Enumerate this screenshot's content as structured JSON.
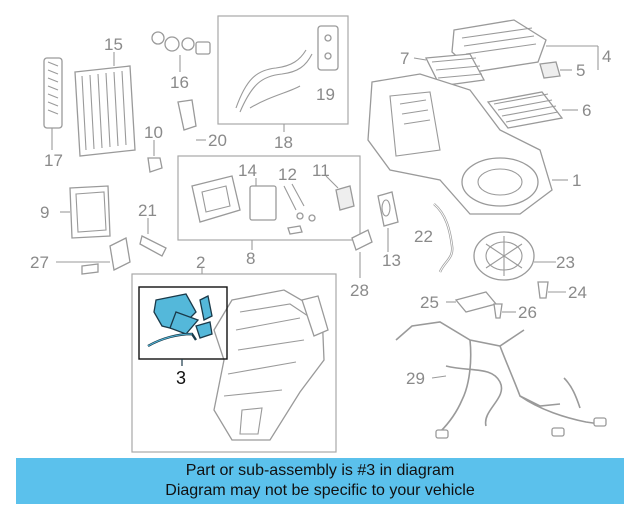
{
  "diagram": {
    "callouts": [
      "1",
      "2",
      "3",
      "4",
      "5",
      "6",
      "7",
      "8",
      "9",
      "10",
      "11",
      "12",
      "13",
      "14",
      "15",
      "16",
      "17",
      "18",
      "19",
      "20",
      "21",
      "22",
      "23",
      "24",
      "25",
      "26",
      "27",
      "28",
      "29"
    ],
    "highlighted_part": "3",
    "highlight_color": "#54b8da"
  },
  "banner": {
    "line1": "Part or sub-assembly is #3 in diagram",
    "line2": "Diagram may not be specific to your vehicle",
    "color": "#5bc1ec"
  }
}
